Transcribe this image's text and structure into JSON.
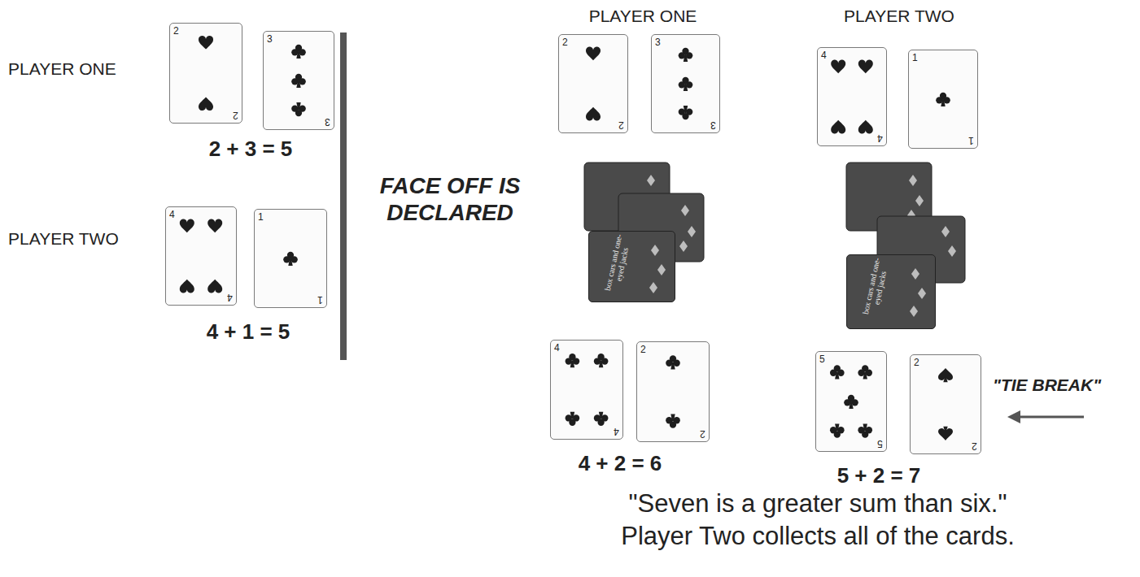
{
  "diagram": {
    "nodes": [
      {
        "text": [
          "2",
          "2"
        ]
      },
      {
        "text": [
          "3",
          "3"
        ]
      },
      {
        "text": [
          "4",
          "4"
        ]
      },
      {
        "text": [
          "1",
          "1"
        ]
      },
      {
        "text": [
          "2",
          "2"
        ]
      },
      {
        "text": [
          "3",
          "3"
        ]
      },
      {
        "text": [
          "4",
          "4"
        ]
      },
      {
        "text": [
          "1",
          "1"
        ]
      },
      {
        "text": [
          "box cars and one-eyed jacks"
        ]
      },
      {
        "text": [
          "box cars and one-eyed jacks"
        ]
      },
      {
        "text": [
          "4",
          "4"
        ]
      },
      {
        "text": [
          "2",
          "2"
        ]
      },
      {
        "text": [
          "5",
          "5"
        ]
      },
      {
        "text": [
          "2",
          "2"
        ]
      }
    ],
    "labels": [
      "PLAYER ONE",
      "2 + 3 = 5",
      "PLAYER TWO",
      "4 + 1 = 5",
      "FACE OFF IS DECLARED",
      "PLAYER ONE",
      "PLAYER TWO",
      "4 + 2 = 6",
      "5 + 2 = 7",
      "\"TIE BREAK\"",
      "\"Seven is a greater sum than six.\"",
      "Player Two collects all of the cards."
    ]
  }
}
